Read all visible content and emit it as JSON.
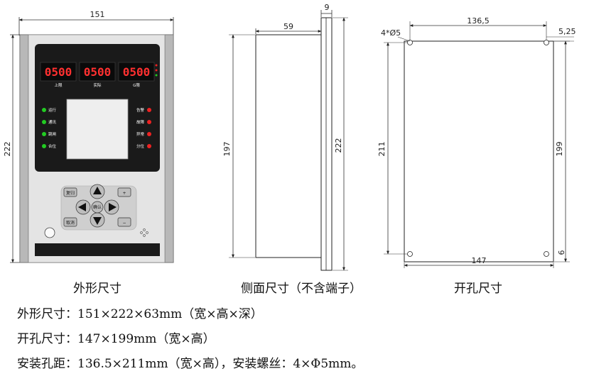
{
  "dimensions": {
    "front_width": "151",
    "front_height": "222",
    "side_depth": "59",
    "side_flange": "9",
    "side_body_height": "197",
    "side_total_height": "222",
    "cutout_hole_spacing_w": "136,5",
    "cutout_hole_spec": "4*Ø5",
    "cutout_hole_offset": "5,25",
    "cutout_hole_spacing_h": "211",
    "cutout_height": "199",
    "cutout_width": "147",
    "cutout_small_offset": "6"
  },
  "front_panel": {
    "displays": [
      "0500",
      "0500",
      "0500"
    ],
    "display_labels": [
      "上限",
      "实际",
      "G限"
    ],
    "left_leds": [
      "运行",
      "通讯",
      "跳闸",
      "合位"
    ],
    "right_leds": [
      "告警",
      "故障",
      "异常",
      "分位"
    ],
    "buttons": {
      "back": "复归",
      "confirm": "确认",
      "plus": "+",
      "cancel": "取消",
      "minus": "−"
    }
  },
  "captions": {
    "front": "外形尺寸",
    "side": "侧面尺寸（不含端子）",
    "cutout": "开孔尺寸"
  },
  "specs": [
    "外形尺寸：151×222×63mm（宽×高×深）",
    "开孔尺寸：147×199mm（宽×高）",
    "安装孔距：136.5×211mm（宽×高），安装螺丝：4×Φ5mm。"
  ],
  "colors": {
    "led_green": "#22cc22",
    "led_red": "#ee2222",
    "panel_dark": "#1a1a1a",
    "segment_red": "#ff3030"
  }
}
